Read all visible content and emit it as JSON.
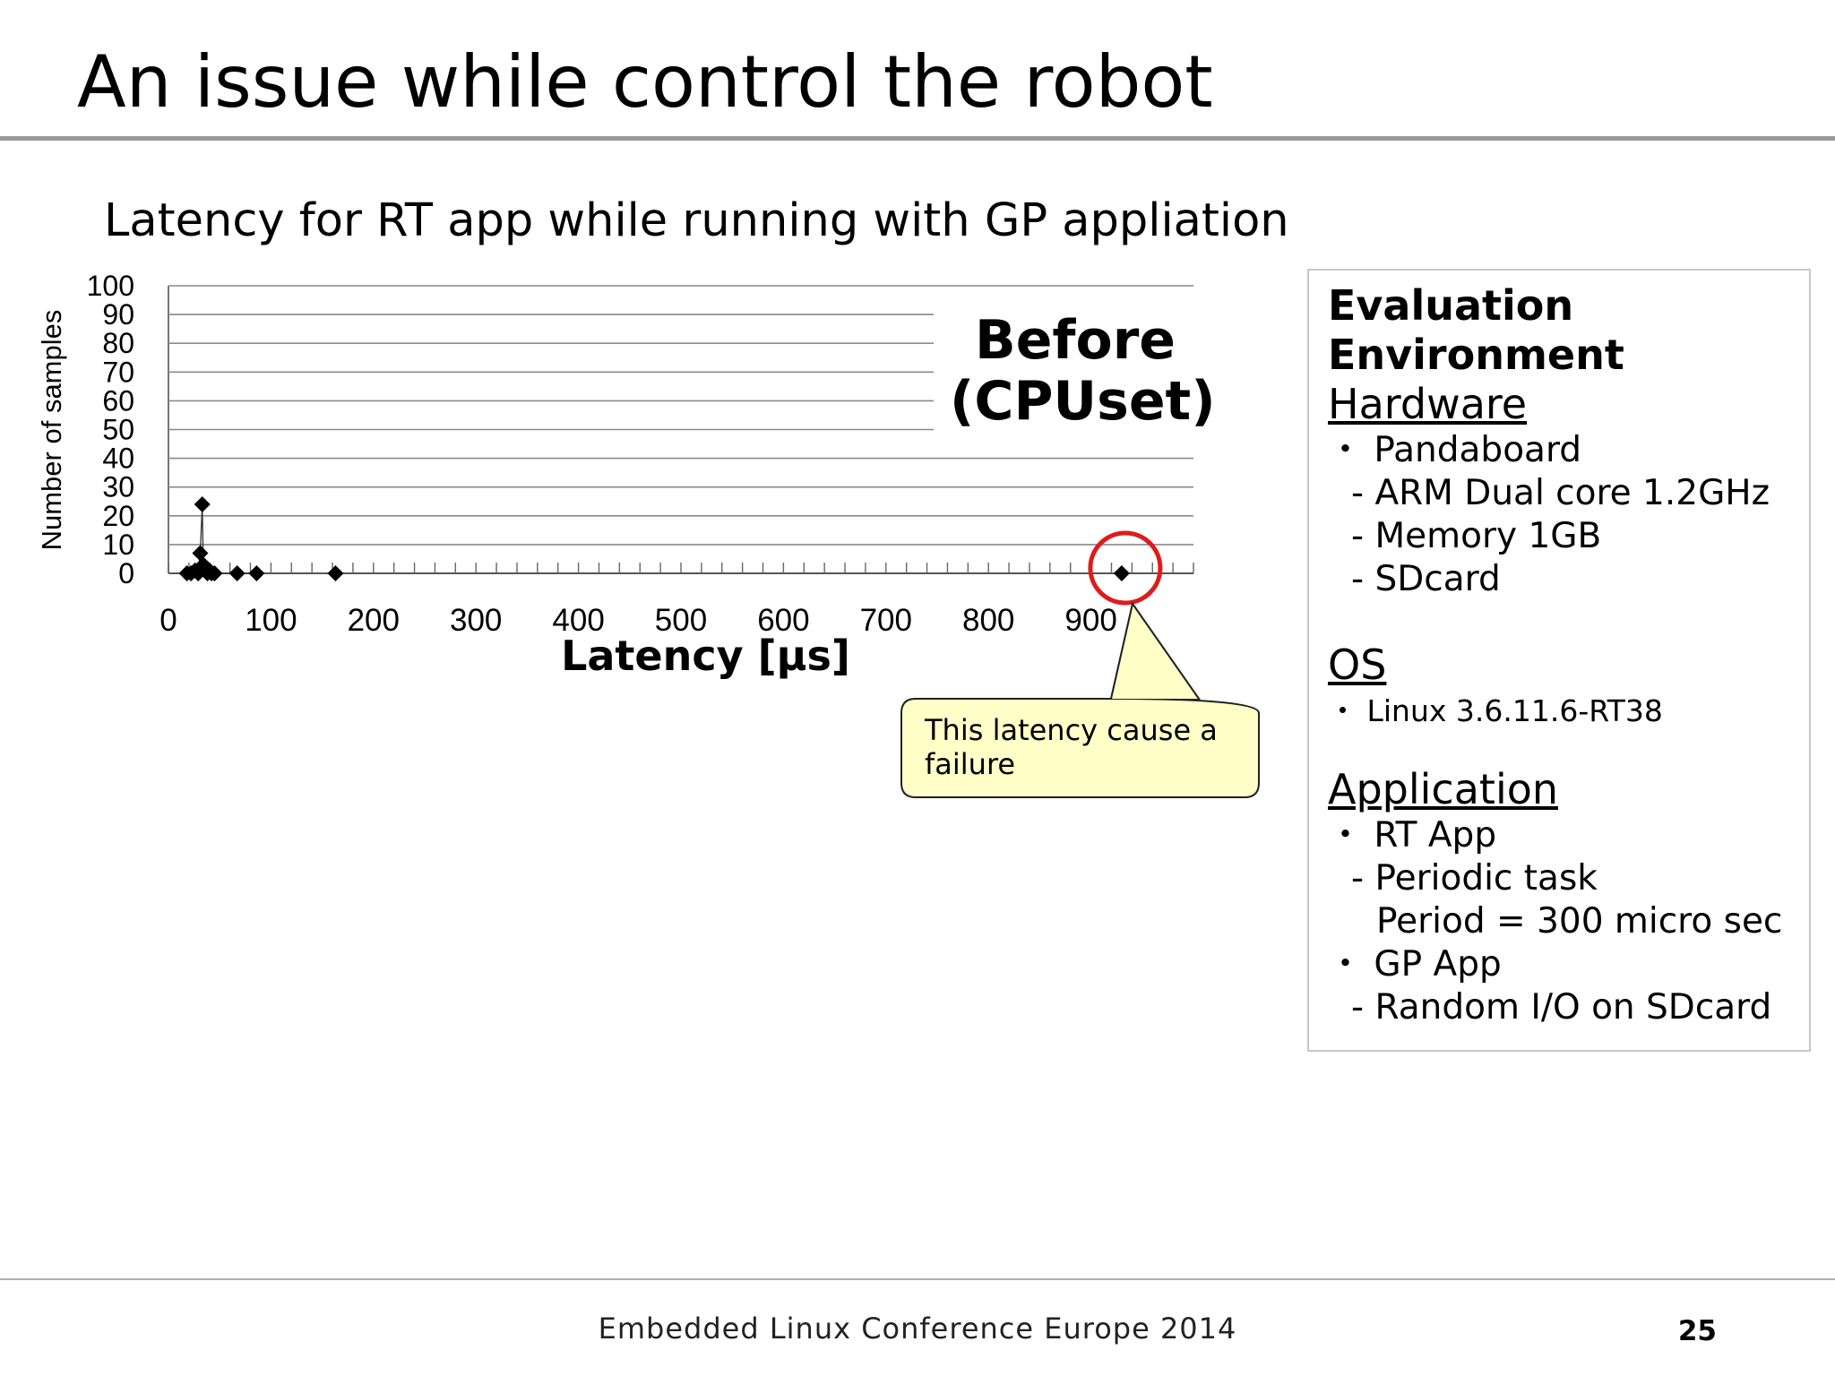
{
  "slide": {
    "title": "An issue while control the robot",
    "footer": "Embedded Linux Conference Europe 2014",
    "page_number": "25"
  },
  "chart_data": {
    "type": "scatter",
    "title": "Latency for RT app while running with GP appliation",
    "xlabel": "Latency [μs]",
    "ylabel": "Number of samples",
    "xlim": [
      0,
      1000
    ],
    "ylim": [
      0,
      100
    ],
    "x_ticks": [
      0,
      100,
      200,
      300,
      400,
      500,
      600,
      700,
      800,
      900
    ],
    "y_ticks": [
      0,
      10,
      20,
      30,
      40,
      50,
      60,
      70,
      80,
      90,
      100
    ],
    "grid": true,
    "marker": "diamond",
    "series": [
      {
        "x": [
          18,
          22,
          26,
          29,
          31,
          33,
          34,
          36,
          38,
          40,
          42,
          45,
          67,
          86,
          163,
          930
        ],
        "y": [
          0,
          0,
          1,
          0,
          7,
          24,
          3,
          2,
          0,
          1,
          0,
          0,
          0,
          0,
          0,
          0
        ]
      }
    ],
    "annotation_label": "Before\n(CPUset)",
    "highlight": {
      "x": 930,
      "y": 0,
      "color": "#e01b1b"
    },
    "callout": "This latency cause a failure"
  },
  "environment": {
    "heading": "Evaluation Environment",
    "hardware": {
      "title": "Hardware",
      "lines": [
        "・ Pandaboard",
        "- ARM Dual core 1.2GHz",
        "- Memory 1GB",
        "- SDcard"
      ]
    },
    "os": {
      "title": "OS",
      "lines": [
        "・ Linux 3.6.11.6-RT38"
      ]
    },
    "application": {
      "title": "Application",
      "lines": [
        "・ RT App",
        "- Periodic task",
        "Period = 300 micro sec",
        "・ GP App",
        "- Random I/O on SDcard"
      ]
    }
  }
}
